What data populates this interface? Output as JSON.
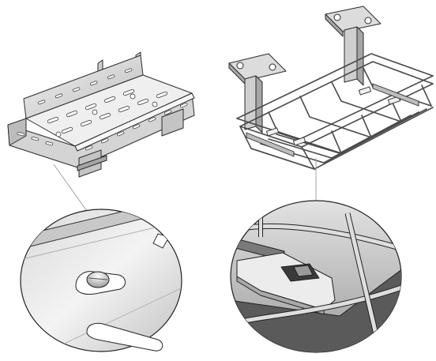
{
  "figure": {
    "panels": [
      {
        "name": "perforated-cable-tray",
        "detail": "keyhole-slot-fastener"
      },
      {
        "name": "wire-mesh-cable-tray",
        "detail": "wire-clamp-fastener"
      }
    ],
    "colors": {
      "background": "#ffffff",
      "steel_light": "#e6e6e6",
      "steel_mid": "#c9c9c9",
      "steel_dark": "#8a8a8a",
      "outline": "#2b2b2b",
      "leader_line": "#9a9a9a"
    }
  }
}
